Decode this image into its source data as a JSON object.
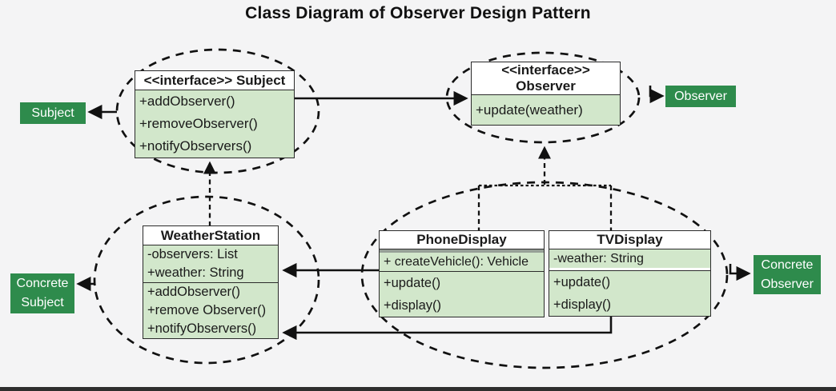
{
  "title": "Class Diagram of Observer Design Pattern",
  "colors": {
    "accent_green": "#2e8b4c",
    "box_fill_green": "#d2e7cb",
    "line_color": "#111111",
    "background": "#f4f4f5"
  },
  "classes": {
    "subject": {
      "title": "<<interface>> Subject",
      "methods": [
        "+addObserver()",
        "+removeObserver()",
        "+notifyObservers()"
      ]
    },
    "observer": {
      "stereotype": "<<interface>>",
      "name": "Observer",
      "methods": [
        "+update(weather)"
      ]
    },
    "weather_station": {
      "name": "WeatherStation",
      "attributes": [
        "-observers: List",
        "+weather: String"
      ],
      "methods": [
        "+addObserver()",
        "+remove Observer()",
        "+notifyObservers()"
      ]
    },
    "phone_display": {
      "name": "PhoneDisplay",
      "section1": [
        "+ createVehicle(): Vehicle"
      ],
      "methods": [
        "+update()",
        "+display()"
      ]
    },
    "tv_display": {
      "name": "TVDisplay",
      "attributes": [
        "-weather: String"
      ],
      "methods": [
        "+update()",
        "+display()"
      ]
    }
  },
  "side_labels": {
    "subject": "Subject",
    "observer": "Observer",
    "concrete_subject_line1": "Concrete",
    "concrete_subject_line2": "Subject",
    "concrete_observer_line1": "Concrete",
    "concrete_observer_line2": "Observer"
  }
}
